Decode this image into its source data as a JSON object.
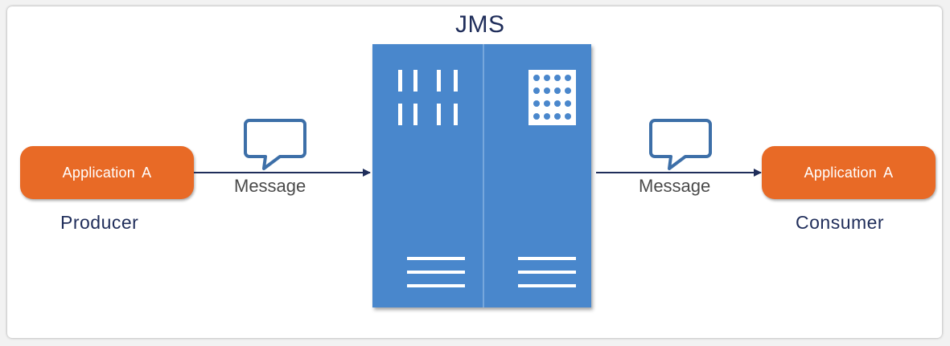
{
  "diagram": {
    "title": "JMS",
    "producer": {
      "app_label": "Application  A",
      "role_label": "Producer"
    },
    "consumer": {
      "app_label": "Application  A",
      "role_label": "Consumer"
    },
    "messages": {
      "left_label": "Message",
      "right_label": "Message"
    },
    "icons": {
      "message_bubble": "speech-bubble-icon",
      "server": "server-cabinet-icon"
    }
  },
  "colors": {
    "app_box": "#e86a26",
    "server": "#4a87cc",
    "bubble_stroke": "#3d6fa8",
    "arrow": "#1f2d5a",
    "text_dark": "#1f2d5a"
  }
}
